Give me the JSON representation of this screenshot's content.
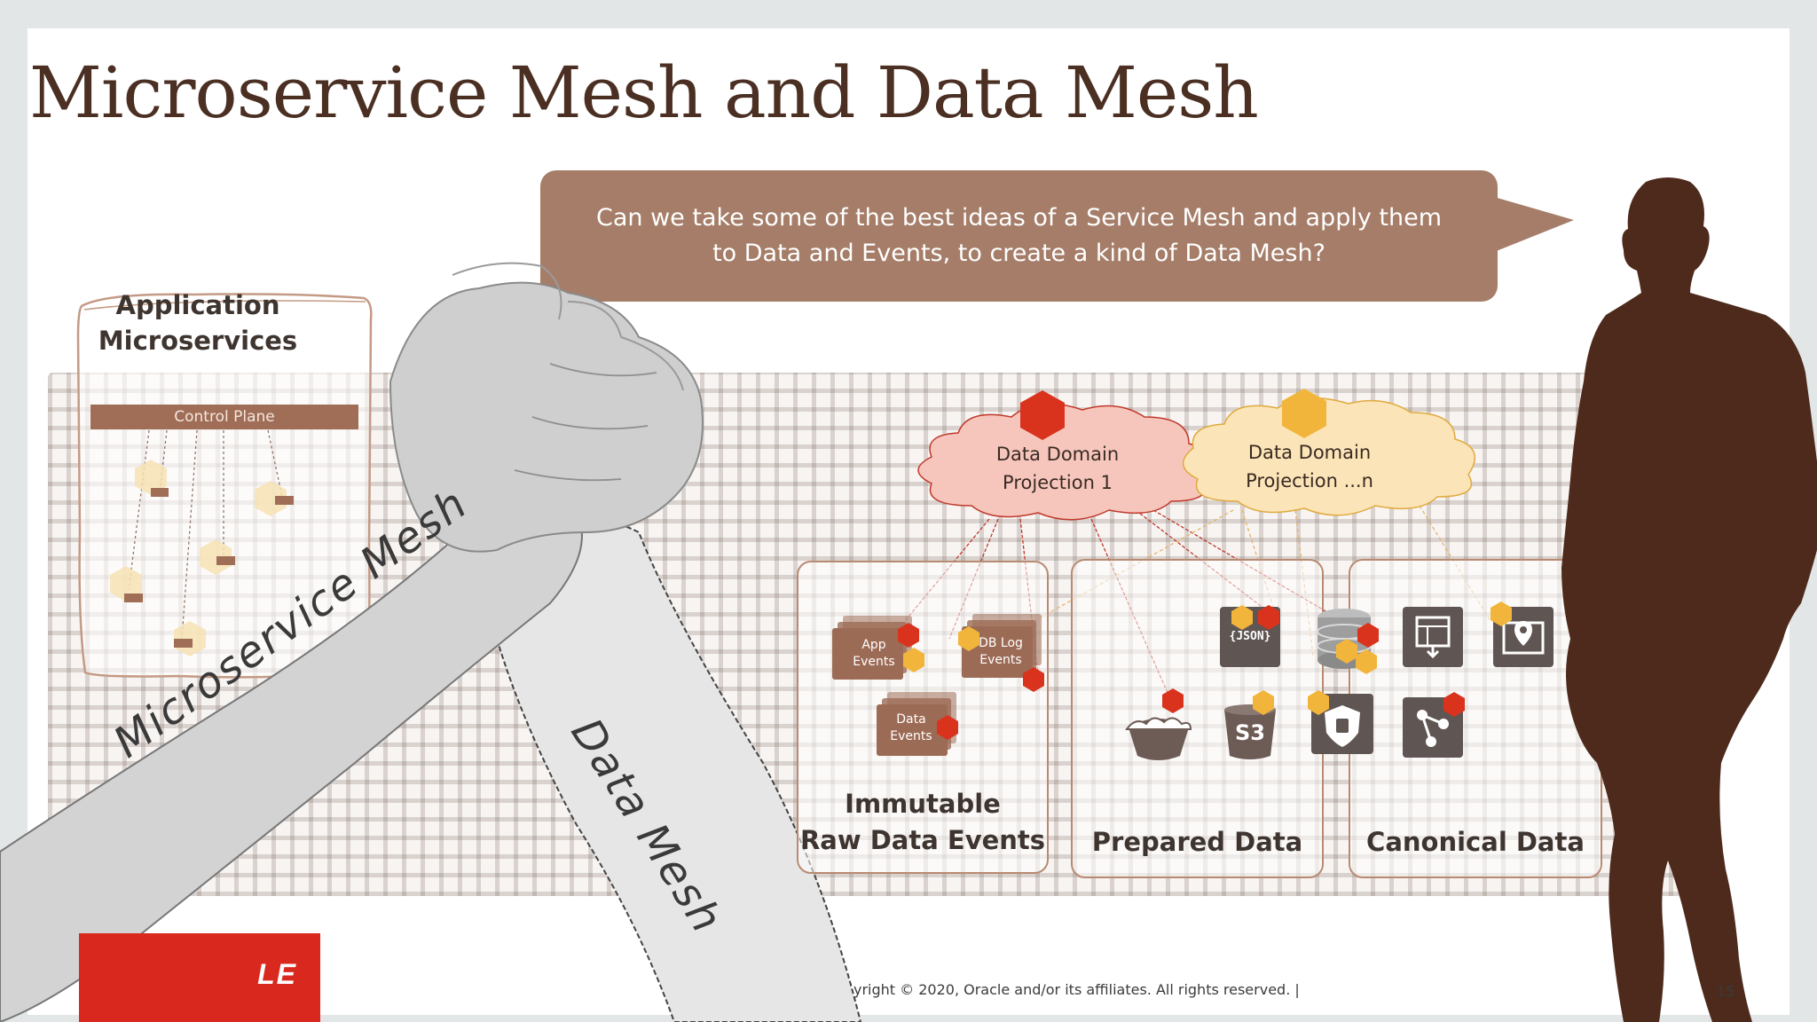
{
  "slide": {
    "title": "Microservice Mesh and Data Mesh",
    "callout_text": "Can we take some of the best ideas of a Service Mesh and apply them to Data and Events, to create a kind of Data Mesh?",
    "page_number": "15"
  },
  "app_box": {
    "title_line1": "Application",
    "title_line2": "Microservices",
    "control_plane": "Control Plane"
  },
  "hands": {
    "left_label": "Microservice Mesh",
    "right_label": "Data Mesh"
  },
  "clouds": {
    "projection_1_line1": "Data Domain",
    "projection_1_line2": "Projection 1",
    "projection_n_line1": "Data Domain",
    "projection_n_line2": "Projection ...n"
  },
  "panels": {
    "raw_line1": "Immutable",
    "raw_line2": "Raw Data Events",
    "prepared": "Prepared Data",
    "canonical": "Canonical Data"
  },
  "docs": {
    "app_events_line1": "App",
    "app_events_line2": "Events",
    "dblog_line1": "DB Log",
    "dblog_line2": "Events",
    "data_events_line1": "Data",
    "data_events_line2": "Events"
  },
  "icons": {
    "json_label": "{JSON}",
    "s3_label": "S3"
  },
  "footer": {
    "brand_fragment": "LE",
    "copyright": "yright © 2020, Oracle and/or its affiliates. All rights reserved.  |"
  },
  "colors": {
    "title": "#4a2f22",
    "callout": "#a57d68",
    "silhouette": "#4d2a1c",
    "hex_red": "#d9331e",
    "hex_amber": "#f2b53b",
    "oracle_red": "#d9281e"
  }
}
